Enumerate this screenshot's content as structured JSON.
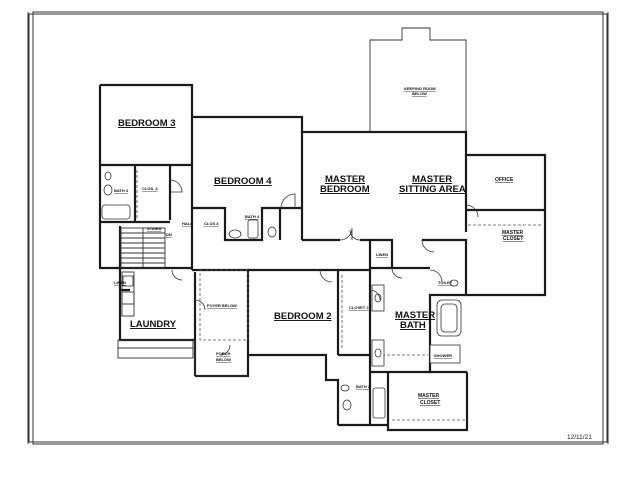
{
  "rooms": {
    "bedroom3": "BEDROOM 3",
    "bedroom4": "BEDROOM 4",
    "master_bedroom_1": "MASTER",
    "master_bedroom_2": "BEDROOM",
    "master_sitting_1": "MASTER",
    "master_sitting_2": "SITTING AREA",
    "office": "OFFICE",
    "master_closet_right_1": "MASTER",
    "master_closet_right_2": "CLOSET",
    "keeping_room_1": "KEEPING ROOM",
    "keeping_room_2": "BELOW",
    "bath3": "BATH 3",
    "clos3": "CLOS. 3",
    "hall": "HALL",
    "clos4": "CLOS 4",
    "bath4": "BATH 4",
    "linen_upper": "LINEN",
    "linen_left": "LINEN",
    "laundry": "LAUNDRY",
    "foyer_below": "FOYER BELOW",
    "bedroom2": "BEDROOM 2",
    "closet2": "CLOSET 2",
    "master_bath_1": "MASTER",
    "master_bath_2": "BATH",
    "toilet": "TOILET",
    "shower": "SHOWER",
    "porch_1": "PORCH",
    "porch_2": "BELOW",
    "bath2": "BATH 2",
    "master_closet_bottom_1": "MASTER",
    "master_closet_bottom_2": "CLOSET",
    "stairs_dn": "DN",
    "stairs_label": "STAIRS"
  },
  "date": "12/11/21"
}
